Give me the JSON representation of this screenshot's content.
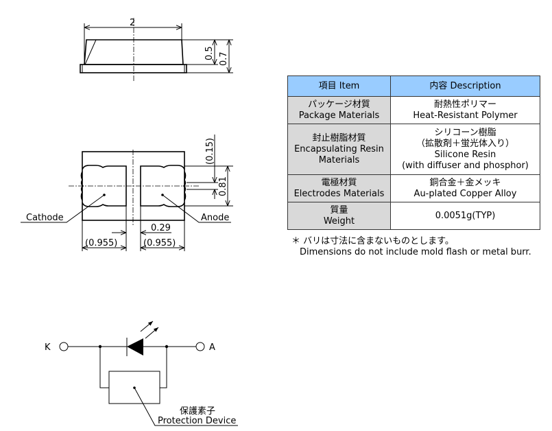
{
  "side_view": {
    "width_dim": "2",
    "dim_body": "0.5",
    "dim_total": "0.7"
  },
  "top_view": {
    "dim_015": "(0.15)",
    "dim_081": "0.81",
    "dim_gap": "0.29",
    "dim_left": "(0.955)",
    "dim_right": "(0.955)",
    "cathode_label": "Cathode",
    "anode_label": "Anode"
  },
  "table": {
    "headers": [
      "項目 Item",
      "内容 Description"
    ],
    "rows": [
      {
        "item": [
          "パッケージ材質",
          "Package Materials"
        ],
        "desc": [
          "耐熱性ポリマー",
          "Heat-Resistant Polymer"
        ]
      },
      {
        "item": [
          "封止樹脂材質",
          "Encapsulating Resin",
          "Materials"
        ],
        "desc": [
          "シリコーン樹脂",
          "（拡散剤＋蛍光体入り）",
          "Silicone Resin",
          "(with diffuser and phosphor)"
        ]
      },
      {
        "item": [
          "電極材質",
          "Electrodes Materials"
        ],
        "desc": [
          "銅合金＋金メッキ",
          "Au-plated Copper Alloy"
        ]
      },
      {
        "item": [
          "質量",
          "Weight"
        ],
        "desc": [
          "0.0051g(TYP)"
        ]
      }
    ]
  },
  "note": {
    "jp": "＊ バリは寸法に含まないものとします。",
    "en": "Dimensions do not include mold flash or metal burr."
  },
  "circuit": {
    "k_label": "K",
    "a_label": "A",
    "device_jp": "保護素子",
    "device_en": "Protection Device"
  }
}
